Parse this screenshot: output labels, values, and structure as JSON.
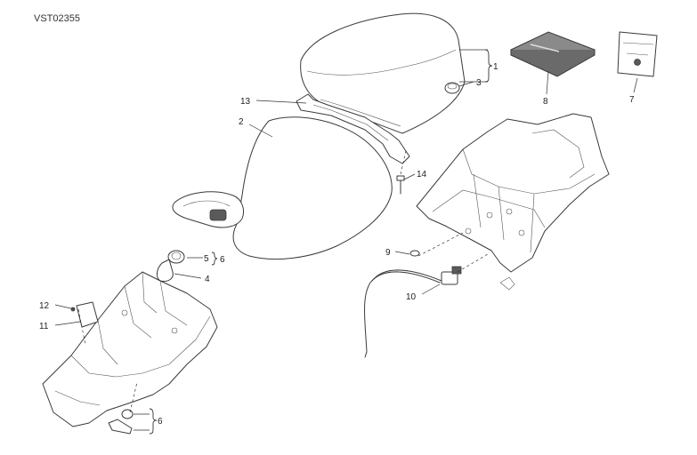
{
  "diagram": {
    "code": "VST02355",
    "callouts": {
      "c1": "1",
      "c2": "2",
      "c3": "3",
      "c4": "4",
      "c5": "5",
      "c6a": "6",
      "c6b": "6",
      "c7": "7",
      "c8": "8",
      "c9": "9",
      "c10": "10",
      "c11": "11",
      "c12": "12",
      "c13": "13",
      "c14": "14"
    }
  }
}
